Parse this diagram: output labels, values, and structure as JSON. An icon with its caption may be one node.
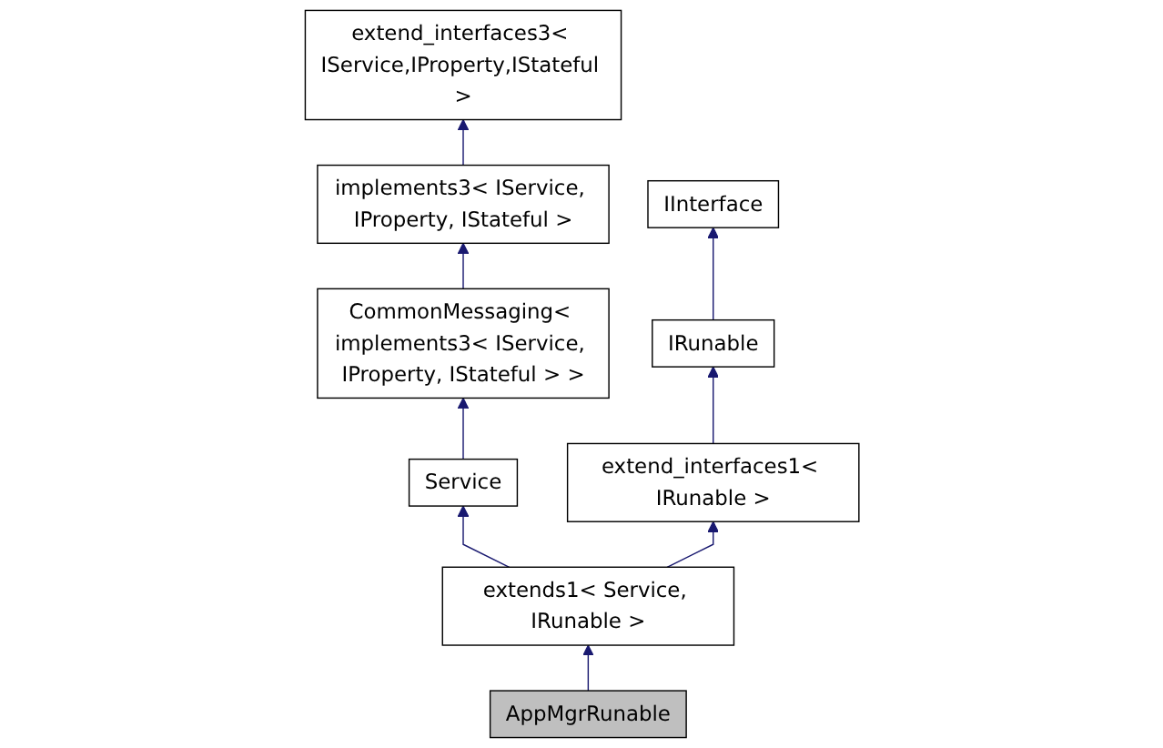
{
  "diagram": {
    "nodes": [
      {
        "text": [
          "extend_interfaces3< IService,IProperty,IStateful >"
        ]
      },
      {
        "text": [
          "implements3< IService, IProperty, IStateful >"
        ]
      },
      {
        "text": [
          "IInterface"
        ]
      },
      {
        "text": [
          "CommonMessaging< implements3< IService, IProperty, IStateful > >"
        ]
      },
      {
        "text": [
          "IRunable"
        ]
      },
      {
        "text": [
          "Service"
        ]
      },
      {
        "text": [
          "extend_interfaces1< IRunable >"
        ]
      },
      {
        "text": [
          "extends1< Service, IRunable >"
        ]
      },
      {
        "text": [
          "AppMgrRunable"
        ]
      }
    ],
    "edges": [
      {
        "from": 1,
        "to": 0,
        "arrow": "to"
      },
      {
        "from": 3,
        "to": 1,
        "arrow": "to"
      },
      {
        "from": 4,
        "to": 2,
        "arrow": "to"
      },
      {
        "from": 5,
        "to": 3,
        "arrow": "to"
      },
      {
        "from": 6,
        "to": 4,
        "arrow": "to"
      },
      {
        "from": 7,
        "to": 5,
        "arrow": "to"
      },
      {
        "from": 7,
        "to": 6,
        "arrow": "to"
      },
      {
        "from": 8,
        "to": 7,
        "arrow": "to"
      }
    ]
  }
}
